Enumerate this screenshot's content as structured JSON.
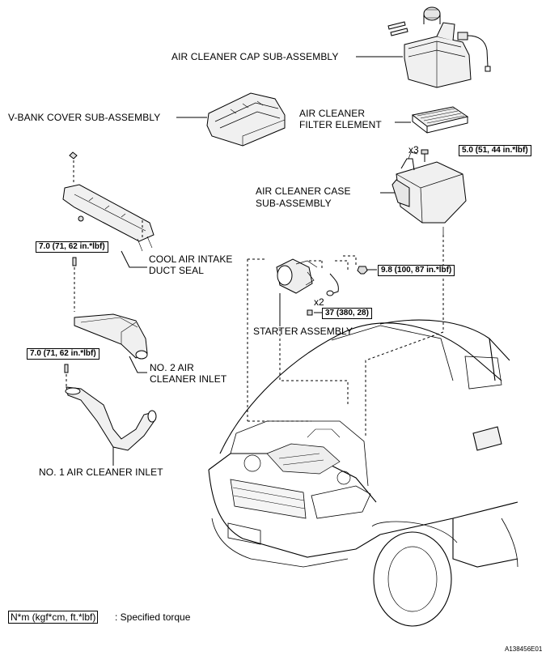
{
  "labels": {
    "air_cleaner_cap": "AIR CLEANER CAP SUB-ASSEMBLY",
    "v_bank_cover": "V-BANK COVER SUB-ASSEMBLY",
    "filter_line1": "AIR CLEANER",
    "filter_line2": "FILTER ELEMENT",
    "case_line1": "AIR CLEANER CASE",
    "case_line2": "SUB-ASSEMBLY",
    "cool_air_line1": "COOL AIR INTAKE",
    "cool_air_line2": "DUCT SEAL",
    "starter": "STARTER ASSEMBLY",
    "no2_line1": "NO. 2 AIR",
    "no2_line2": "CLEANER INLET",
    "no1": "NO. 1 AIR CLEANER INLET"
  },
  "torques": {
    "case_bolt": "5.0 (51, 44 in.*lbf)",
    "duct_seal_bolt": "7.0 (71, 62 in.*lbf)",
    "starter_nut": "9.8 (100, 87 in.*lbf)",
    "starter_bolt": "37 (380, 28)",
    "no2_inlet_bolt": "7.0 (71, 62 in.*lbf)"
  },
  "quantities": {
    "case_bolts": "x3",
    "starter_bolts": "x2"
  },
  "legend": {
    "unit_box": "N*m (kgf*cm, ft.*lbf)",
    "description": ": Specified torque"
  },
  "figure_id": "A138456E01",
  "colors": {
    "line": "#000000",
    "background": "#ffffff",
    "part_shade": "#e6e6e6"
  }
}
